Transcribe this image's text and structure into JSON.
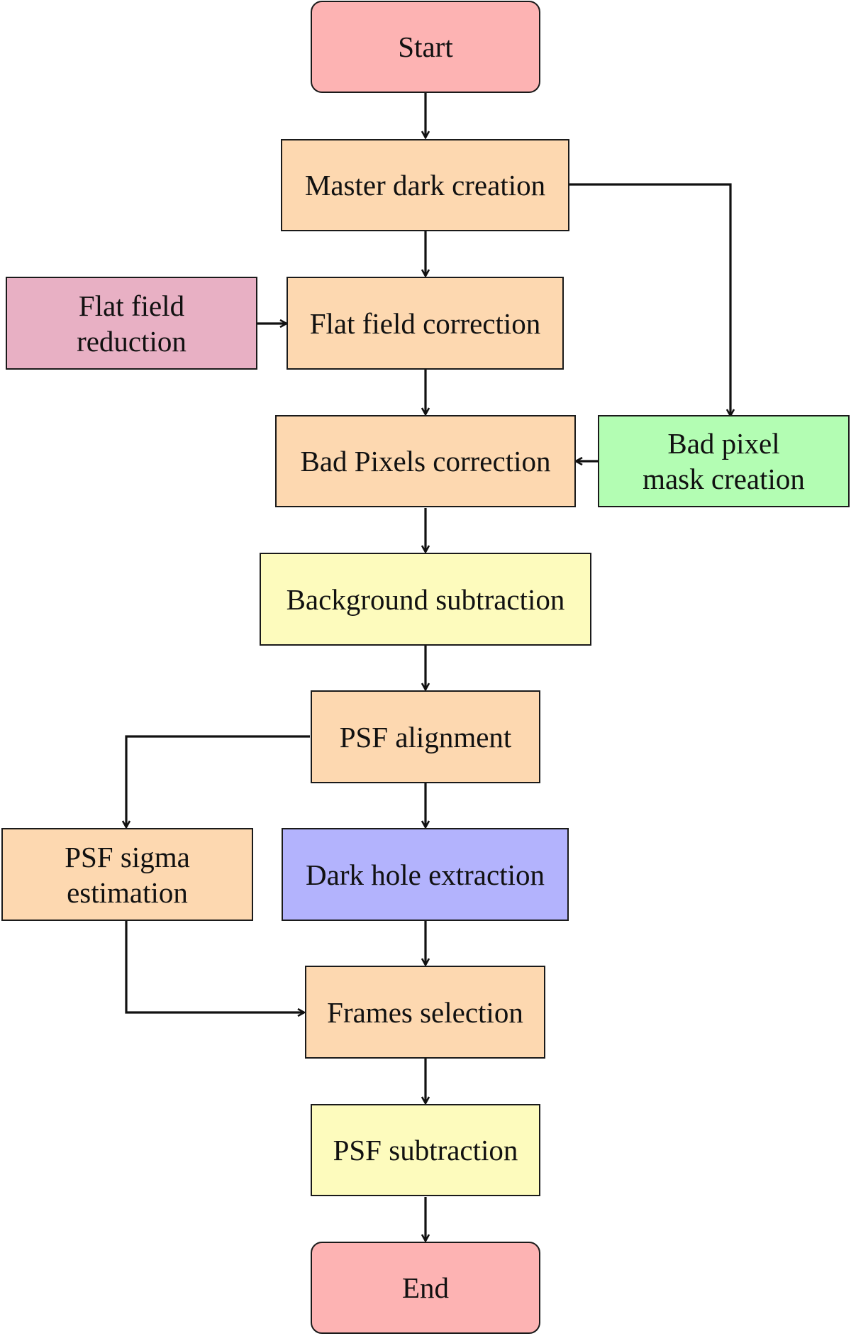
{
  "nodes": {
    "start": {
      "label": "Start",
      "color": "#fdb3b3"
    },
    "master_dark": {
      "label": "Master dark creation",
      "color": "#fdd8b0"
    },
    "flat_reduce": {
      "label": "Flat field\nreduction",
      "color": "#e8b0c4"
    },
    "flat_corr": {
      "label": "Flat field correction",
      "color": "#fdd8b0"
    },
    "bad_mask": {
      "label": "Bad pixel\nmask creation",
      "color": "#b3fdb3"
    },
    "bad_corr": {
      "label": "Bad Pixels correction",
      "color": "#fdd8b0"
    },
    "background": {
      "label": "Background subtraction",
      "color": "#fdfbbd"
    },
    "psf_align": {
      "label": "PSF alignment",
      "color": "#fdd8b0"
    },
    "psf_sigma": {
      "label": "PSF sigma\nestimation",
      "color": "#fdd8b0"
    },
    "dark_hole": {
      "label": "Dark hole extraction",
      "color": "#b3b3fd"
    },
    "frames": {
      "label": "Frames selection",
      "color": "#fdd8b0"
    },
    "psf_sub": {
      "label": "PSF subtraction",
      "color": "#fdfbbd"
    },
    "end": {
      "label": "End",
      "color": "#fdb3b3"
    }
  },
  "edges": [
    {
      "from": "start",
      "to": "master_dark"
    },
    {
      "from": "master_dark",
      "to": "flat_corr"
    },
    {
      "from": "master_dark",
      "to": "bad_mask"
    },
    {
      "from": "flat_reduce",
      "to": "flat_corr"
    },
    {
      "from": "flat_corr",
      "to": "bad_corr"
    },
    {
      "from": "bad_mask",
      "to": "bad_corr"
    },
    {
      "from": "bad_corr",
      "to": "background"
    },
    {
      "from": "background",
      "to": "psf_align"
    },
    {
      "from": "psf_align",
      "to": "psf_sigma"
    },
    {
      "from": "psf_align",
      "to": "dark_hole"
    },
    {
      "from": "dark_hole",
      "to": "frames"
    },
    {
      "from": "psf_sigma",
      "to": "frames"
    },
    {
      "from": "frames",
      "to": "psf_sub"
    },
    {
      "from": "psf_sub",
      "to": "end"
    }
  ]
}
